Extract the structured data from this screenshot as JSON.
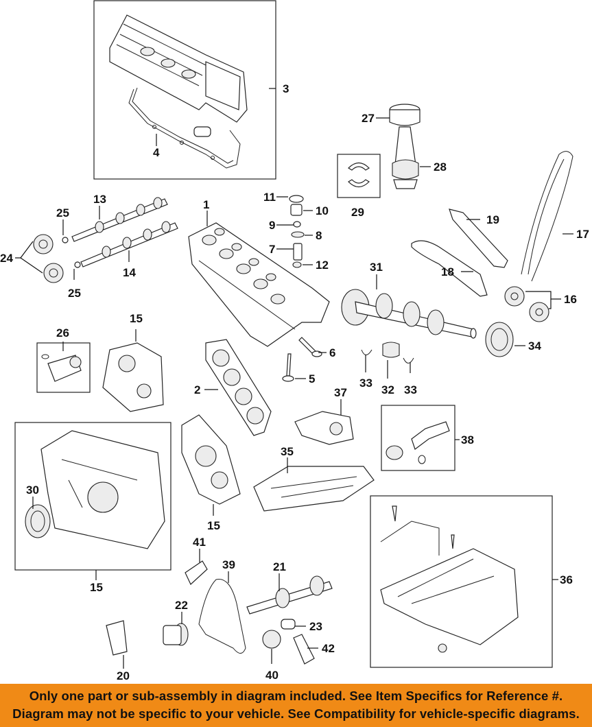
{
  "callouts": {
    "c1": "1",
    "c2": "2",
    "c3": "3",
    "c4": "4",
    "c5": "5",
    "c6": "6",
    "c7": "7",
    "c8": "8",
    "c9": "9",
    "c10": "10",
    "c11": "11",
    "c12": "12",
    "c13": "13",
    "c14": "14",
    "c15a": "15",
    "c15b": "15",
    "c15c": "15",
    "c16": "16",
    "c17": "17",
    "c18": "18",
    "c19": "19",
    "c20": "20",
    "c21": "21",
    "c22": "22",
    "c23": "23",
    "c24": "24",
    "c25a": "25",
    "c25b": "25",
    "c26": "26",
    "c27": "27",
    "c28": "28",
    "c29": "29",
    "c30": "30",
    "c31": "31",
    "c32": "32",
    "c33a": "33",
    "c33b": "33",
    "c34": "34",
    "c35": "35",
    "c36": "36",
    "c37": "37",
    "c38": "38",
    "c39": "39",
    "c40": "40",
    "c41": "41",
    "c42": "42"
  },
  "footer": {
    "line1": "Only one part or sub-assembly in diagram included. See Item Specifics for Reference #.",
    "line2": "Diagram may not be specific to your vehicle. See Compatibility for vehicle-specific diagrams."
  },
  "colors": {
    "banner": "#f08a16",
    "ink": "#111111"
  }
}
